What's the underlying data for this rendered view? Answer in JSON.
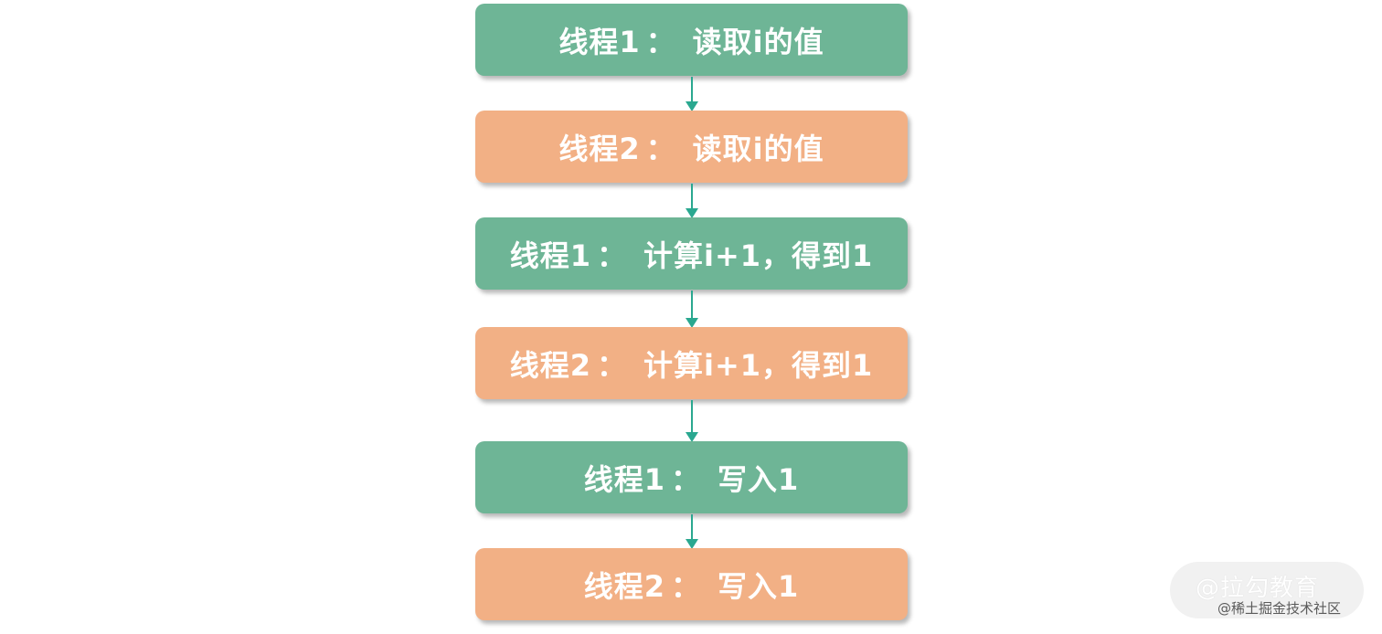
{
  "steps": [
    {
      "thread": "线程1",
      "sep": "：",
      "action": "读取i的值",
      "color": "#6eb596"
    },
    {
      "thread": "线程2",
      "sep": "：",
      "action": "读取i的值",
      "color": "#f2b085"
    },
    {
      "thread": "线程1",
      "sep": "：",
      "action": "计算i+1，得到1",
      "color": "#6eb596"
    },
    {
      "thread": "线程2",
      "sep": "：",
      "action": "计算i+1，得到1",
      "color": "#f2b085"
    },
    {
      "thread": "线程1",
      "sep": "：",
      "action": "写入1",
      "color": "#6eb596"
    },
    {
      "thread": "线程2",
      "sep": "：",
      "action": "写入1",
      "color": "#f2b085"
    }
  ],
  "arrow_color": "#2aa890",
  "watermark": {
    "brand": "@拉勾教育",
    "site": "@稀土掘金技术社区"
  }
}
